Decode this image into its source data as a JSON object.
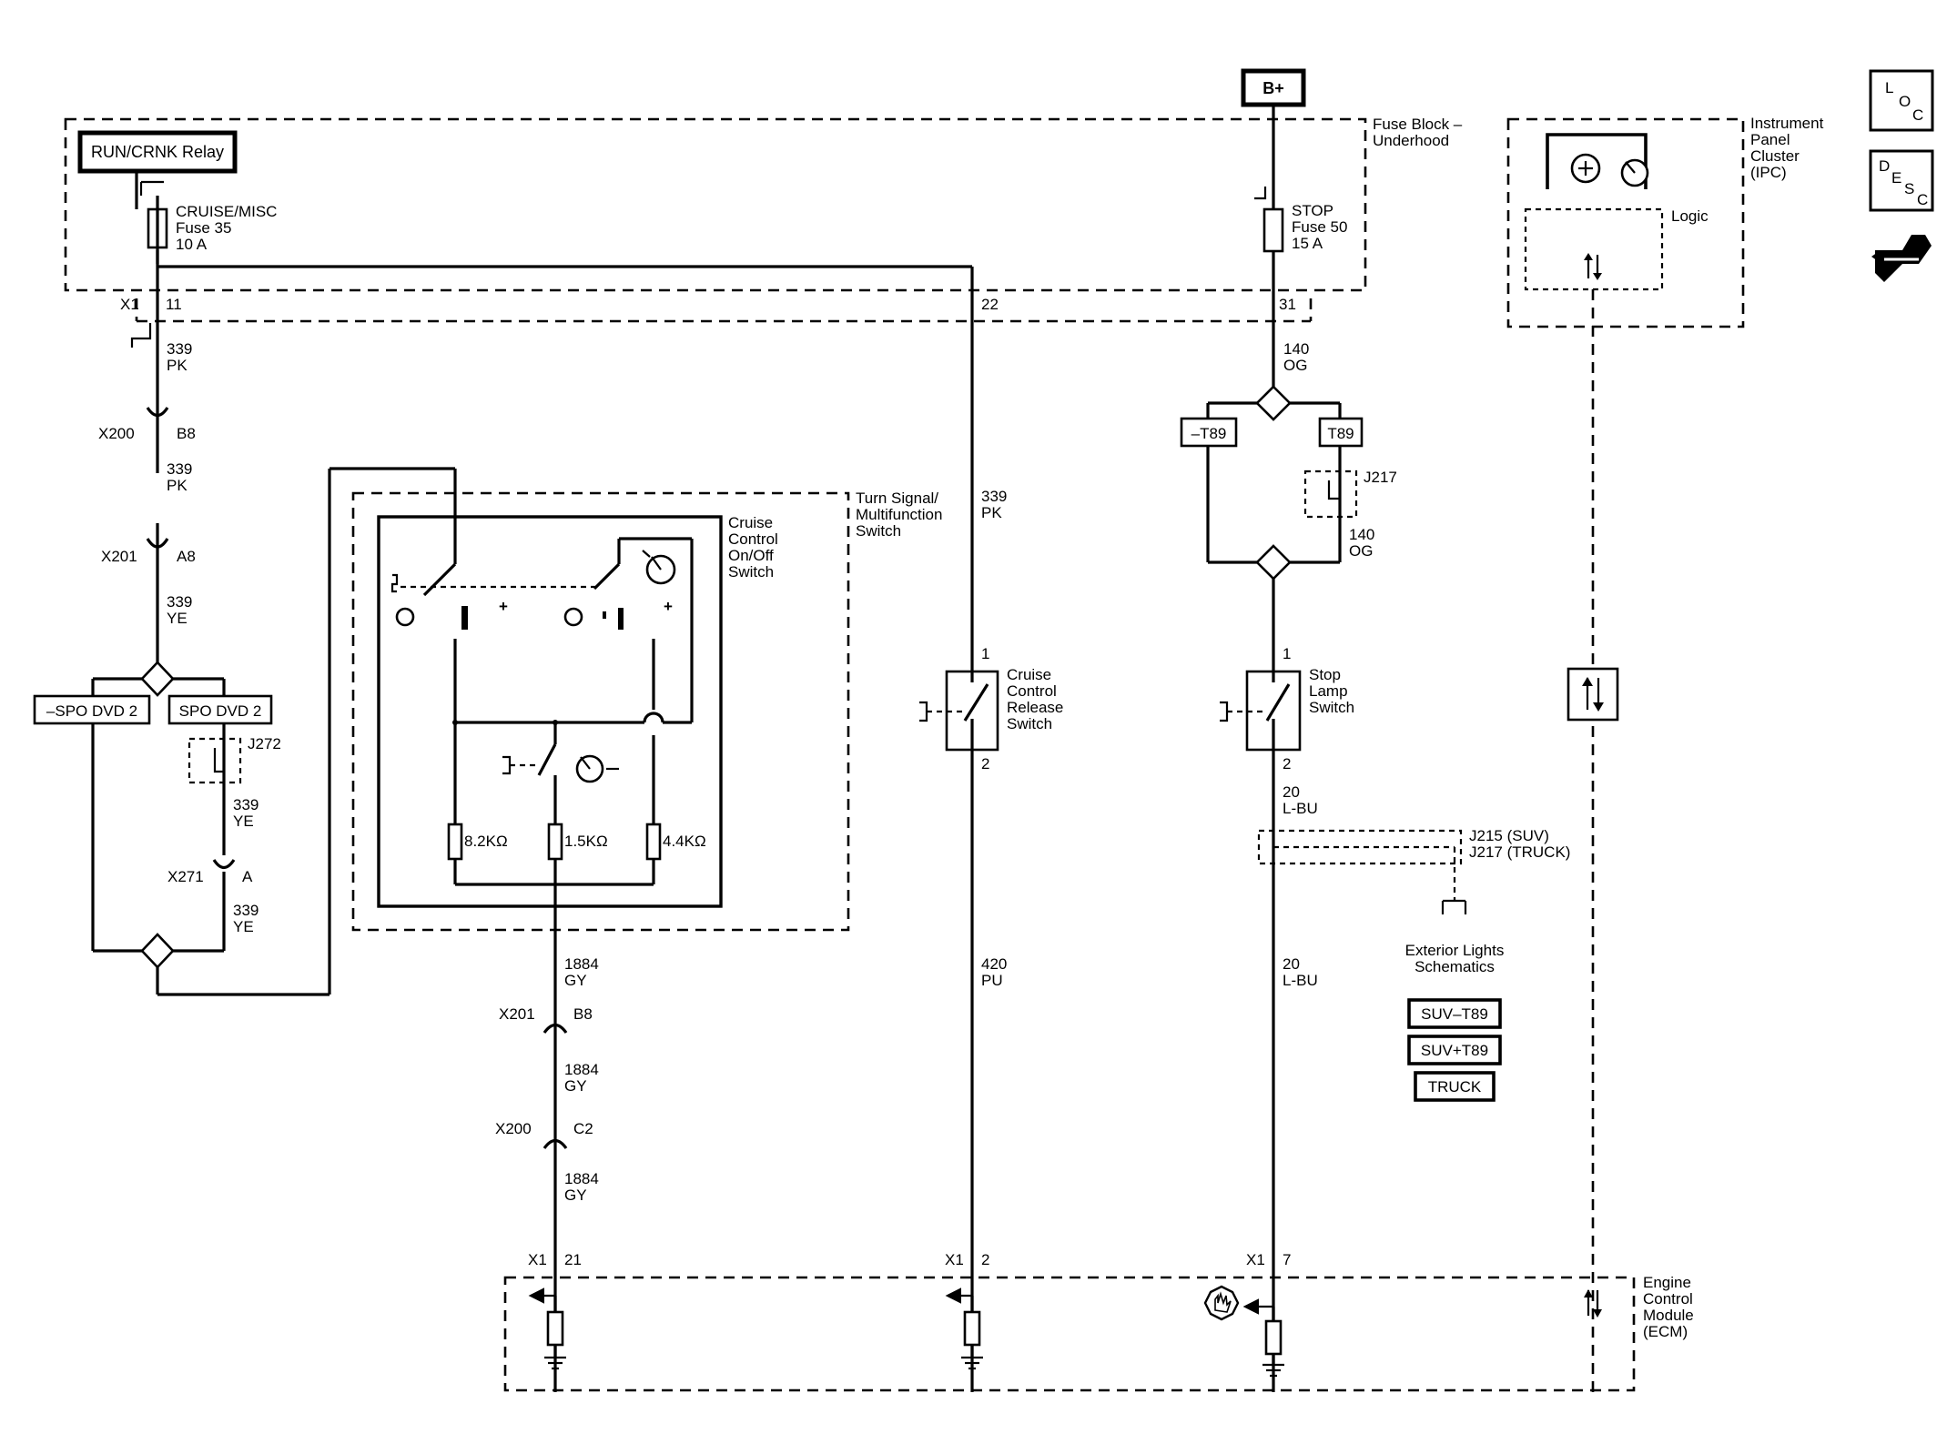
{
  "sources": {
    "b_plus": "B+",
    "run_crnk_relay": "RUN/CRNK Relay"
  },
  "fuse_block": {
    "title_line1": "Fuse Block –",
    "title_line2": "Underhood",
    "fuse35": {
      "name": "CRUISE/MISC",
      "number": "Fuse 35",
      "rating": "10 A"
    },
    "fuse50": {
      "name": "STOP",
      "number": "Fuse 50",
      "rating": "15 A"
    },
    "x1": "X1",
    "pin11": "11",
    "pin22": "22",
    "pin31": "31"
  },
  "ipc": {
    "line1": "Instrument",
    "line2": "Panel",
    "line3": "Cluster",
    "line4": "(IPC)",
    "logic": "Logic"
  },
  "side_icons": {
    "loc": [
      "L",
      "O",
      "C"
    ],
    "desc": [
      "D",
      "E",
      "S",
      "C"
    ]
  },
  "left_circuit": {
    "w1_num": "339",
    "w1_color": "PK",
    "x200": "X200",
    "x200_pin": "B8",
    "w2_num": "339",
    "w2_color": "PK",
    "x201": "X201",
    "x201_pin": "A8",
    "w3_num": "339",
    "w3_color": "YE",
    "opt_left": "–SPO DVD 2",
    "opt_right": "SPO DVD 2",
    "j272": "J272",
    "w4_num": "339",
    "w4_color": "YE",
    "x271": "X271",
    "x271_pin": "A",
    "w5_num": "339",
    "w5_color": "YE"
  },
  "turn_signal": {
    "line1": "Turn Signal/",
    "line2": "Multifunction",
    "line3": "Switch",
    "cruise_line1": "Cruise",
    "cruise_line2": "Control",
    "cruise_line3": "On/Off",
    "cruise_line4": "Switch",
    "r1": "8.2KΩ",
    "r2": "1.5KΩ",
    "r3": "4.4KΩ"
  },
  "gy_circuit": {
    "w1_num": "1884",
    "w1_color": "GY",
    "x201": "X201",
    "x201_pin": "B8",
    "w2_num": "1884",
    "w2_color": "GY",
    "x200": "X200",
    "x200_pin": "C2",
    "w3_num": "1884",
    "w3_color": "GY",
    "x1": "X1",
    "pin": "21"
  },
  "release_switch": {
    "w_num": "339",
    "w_color": "PK",
    "pin1": "1",
    "pin2": "2",
    "line1": "Cruise",
    "line2": "Control",
    "line3": "Release",
    "line4": "Switch",
    "w2_num": "420",
    "w2_color": "PU",
    "x1": "X1",
    "pin": "2"
  },
  "stop_circuit": {
    "w1_num": "140",
    "w1_color": "OG",
    "opt_left": "–T89",
    "opt_right": "T89",
    "j217": "J217",
    "w2_num": "140",
    "w2_color": "OG",
    "pin1": "1",
    "pin2": "2",
    "switch_line1": "Stop",
    "switch_line2": "Lamp",
    "switch_line3": "Switch",
    "w3_num": "20",
    "w3_color": "L-BU",
    "splice1": "J215 (SUV)",
    "splice2": "J217 (TRUCK)",
    "ext_line1": "Exterior Lights",
    "ext_line2": "Schematics",
    "opt1": "SUV–T89",
    "opt2": "SUV+T89",
    "opt3": "TRUCK",
    "w4_num": "20",
    "w4_color": "L-BU",
    "x1": "X1",
    "pin": "7"
  },
  "ecm": {
    "line1": "Engine",
    "line2": "Control",
    "line3": "Module",
    "line4": "(ECM)"
  }
}
